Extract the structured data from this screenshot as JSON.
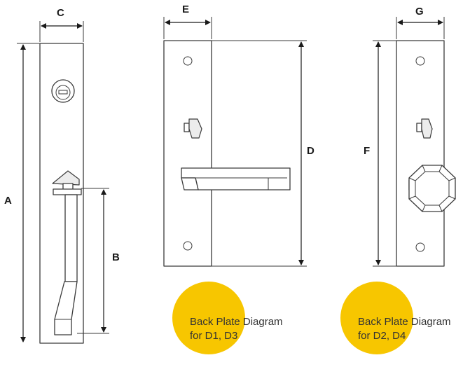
{
  "dimensions": {
    "A": "A",
    "B": "B",
    "C": "C",
    "D": "D",
    "E": "E",
    "F": "F",
    "G": "G"
  },
  "captions": [
    {
      "line1": "Back Plate Diagram",
      "line2": "for D1, D3"
    },
    {
      "line1": "Back Plate Diagram",
      "line2": "for D2, D4"
    }
  ],
  "colors": {
    "badge": "#f7c600",
    "outline": "#3a3a3a",
    "text": "#1a1a1a"
  }
}
